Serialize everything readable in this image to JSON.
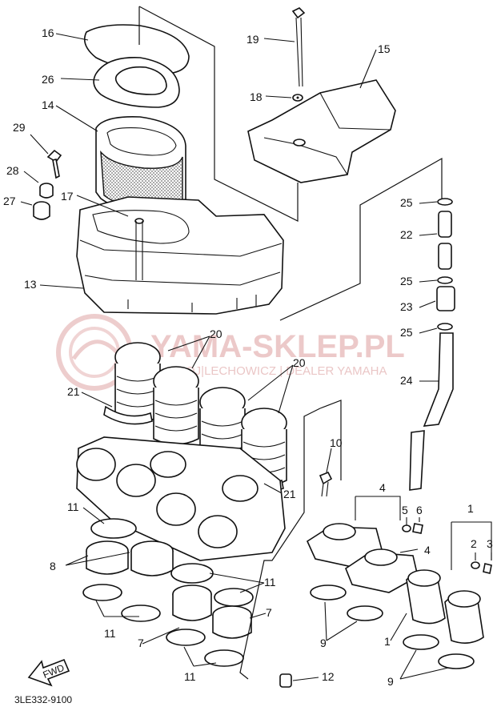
{
  "diagram": {
    "drawing_code": "3LE332-9100",
    "watermark": {
      "brand": "YAMA-SKLEP.PL",
      "tagline": "OJ|LECHOWICZ | DEALER YAMAHA",
      "color": "#e6b8b8"
    },
    "fwd_arrow_label": "FWD",
    "callouts": {
      "c16": "16",
      "c26": "26",
      "c14": "14",
      "c29": "29",
      "c28": "28",
      "c27": "27",
      "c17": "17",
      "c13": "13",
      "c19": "19",
      "c18": "18",
      "c15": "15",
      "c25a": "25",
      "c22": "22",
      "c25b": "25",
      "c23": "23",
      "c25c": "25",
      "c24": "24",
      "c20a": "20",
      "c20b": "20",
      "c21a": "21",
      "c21b": "21",
      "c10": "10",
      "c4a": "4",
      "c4b": "4",
      "c5": "5",
      "c6": "6",
      "c1a": "1",
      "c1b": "1",
      "c2": "2",
      "c3": "3",
      "c11a": "11",
      "c11b": "11",
      "c11c": "11",
      "c11d": "11",
      "c8": "8",
      "c7a": "7",
      "c7b": "7",
      "c9a": "9",
      "c9b": "9",
      "c12": "12"
    }
  }
}
